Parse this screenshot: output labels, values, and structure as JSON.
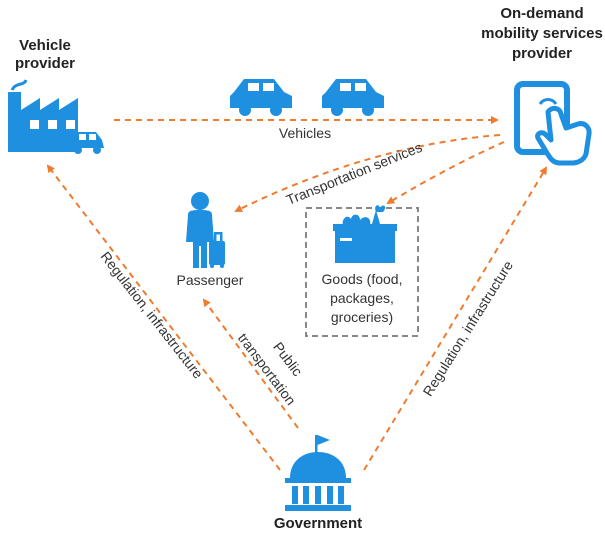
{
  "diagram": {
    "nodes": {
      "vehicle_provider": {
        "line1": "Vehicle",
        "line2": "provider"
      },
      "mobility_provider": {
        "line1": "On-demand",
        "line2": "mobility services",
        "line3": "provider"
      },
      "passenger": {
        "label": "Passenger"
      },
      "goods": {
        "line1": "Goods (food,",
        "line2": "packages,",
        "line3": "groceries)"
      },
      "government": {
        "label": "Government"
      }
    },
    "edges": {
      "vehicles": "Vehicles",
      "transportation_services": "Transportation services",
      "public_transport_line1": "Public",
      "public_transport_line2": "transportation",
      "reg_left": "Regulation, infrastructure",
      "reg_right": "Regulation, infrastructure"
    },
    "colors": {
      "accent_blue": "#1f8fe0",
      "arrow_orange": "#ef7b2e",
      "box_grey": "#888888",
      "text_dark": "#222222"
    },
    "icons": [
      "factory-icon",
      "car-icon",
      "tablet-touch-icon",
      "passenger-icon",
      "grocery-box-icon",
      "government-building-icon"
    ]
  }
}
